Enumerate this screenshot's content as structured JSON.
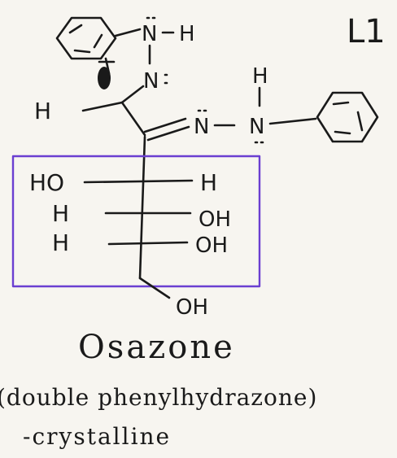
{
  "page_label": "L1",
  "structure": {
    "top_hydrazone": {
      "n1": "N",
      "h1": "H",
      "n2": "N"
    },
    "c1": {
      "h": "H"
    },
    "c2_hydrazone": {
      "n1": "N",
      "n2": "N",
      "h": "H"
    },
    "rows": [
      {
        "left": "HO",
        "right": "H"
      },
      {
        "left": "H",
        "right": "OH"
      },
      {
        "left": "H",
        "right": "OH"
      }
    ],
    "bottom": "OH"
  },
  "box_color": "#6b3fd1",
  "ink_color": "#1a1a1a",
  "captions": {
    "title": "Osazone",
    "subtitle": "(double phenylhydrazone)",
    "note": "-crystalline"
  }
}
